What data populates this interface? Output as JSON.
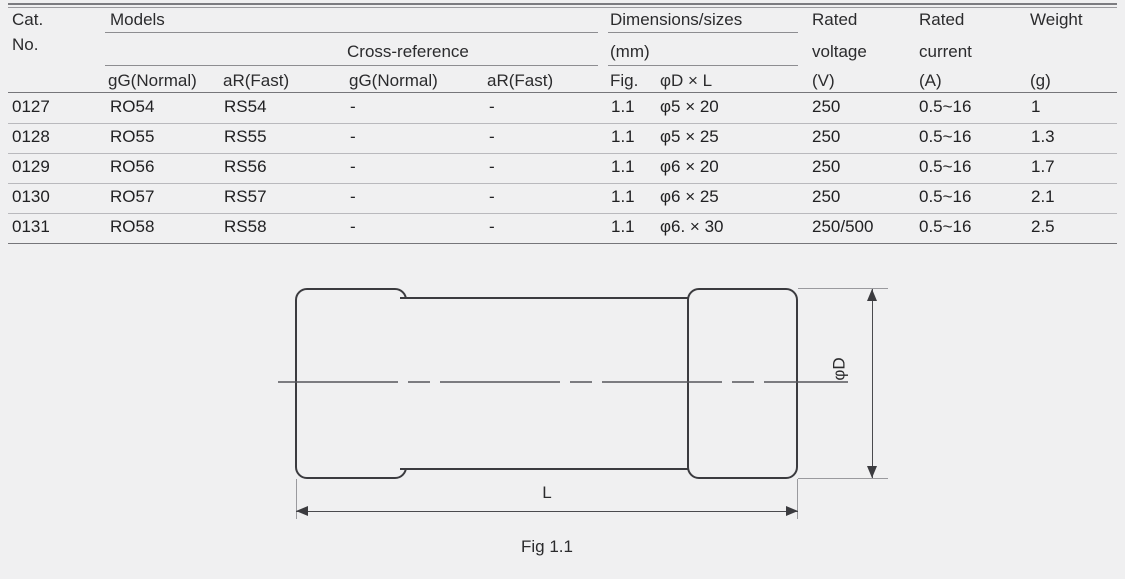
{
  "table": {
    "header": {
      "cat_no_line1": "Cat.",
      "cat_no_line2": "No.",
      "models_group": "Models",
      "cross_reference_group": "Cross-reference",
      "models_gg": "gG(Normal)",
      "models_ar": "aR(Fast)",
      "xref_gg": "gG(Normal)",
      "xref_ar": "aR(Fast)",
      "dimensions_line1": "Dimensions/sizes",
      "dimensions_line2": "(mm)",
      "fig": "Fig.",
      "dia_len": "φD × L",
      "rated_voltage_line1": "Rated",
      "rated_voltage_line2": "voltage",
      "rated_voltage_unit": "(V)",
      "rated_current_line1": "Rated",
      "rated_current_line2": "current",
      "rated_current_unit": "(A)",
      "weight_line1": "Weight",
      "weight_unit": "(g)"
    },
    "rows": [
      {
        "cat_no": "0127",
        "models_gg": "RO54",
        "models_ar": "RS54",
        "xref_gg": "-",
        "xref_ar": "-",
        "fig": "1.1",
        "dia_len": "φ5 × 20",
        "rated_voltage": "250",
        "rated_current": "0.5~16",
        "weight": "1"
      },
      {
        "cat_no": "0128",
        "models_gg": "RO55",
        "models_ar": "RS55",
        "xref_gg": "-",
        "xref_ar": "-",
        "fig": "1.1",
        "dia_len": "φ5 × 25",
        "rated_voltage": "250",
        "rated_current": "0.5~16",
        "weight": "1.3"
      },
      {
        "cat_no": "0129",
        "models_gg": "RO56",
        "models_ar": "RS56",
        "xref_gg": "-",
        "xref_ar": "-",
        "fig": "1.1",
        "dia_len": "φ6 × 20",
        "rated_voltage": "250",
        "rated_current": "0.5~16",
        "weight": "1.7"
      },
      {
        "cat_no": "0130",
        "models_gg": "RO57",
        "models_ar": "RS57",
        "xref_gg": "-",
        "xref_ar": "-",
        "fig": "1.1",
        "dia_len": "φ6 × 25",
        "rated_voltage": "250",
        "rated_current": "0.5~16",
        "weight": "2.1"
      },
      {
        "cat_no": "0131",
        "models_gg": "RO58",
        "models_ar": "RS58",
        "xref_gg": "-",
        "xref_ar": "-",
        "fig": "1.1",
        "dia_len": "φ6. × 30",
        "rated_voltage": "250/500",
        "rated_current": "0.5~16",
        "weight": "2.5"
      }
    ]
  },
  "drawing": {
    "length_label": "L",
    "diameter_label": "φD",
    "caption": "Fig 1.1"
  },
  "colors": {
    "page_background": "#f0f0f1",
    "text": "#2b2b2d",
    "rule_strong": "#76767a",
    "rule_light": "#b9b9bd",
    "drawing_stroke": "#3b3b3f"
  }
}
